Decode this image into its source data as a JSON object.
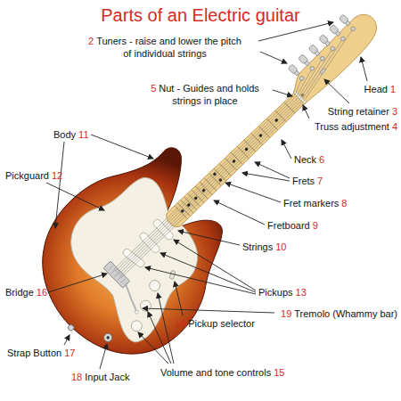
{
  "diagram": {
    "title": "Parts of an Electric guitar",
    "labels": [
      "2",
      "Tuners - raise and lower the pitch of individual strings",
      "Head",
      "1",
      "String retainer",
      "3",
      "5",
      "Nut - Guides and holds strings in place",
      "Truss adjustment",
      "4",
      "Body",
      "11",
      "Neck",
      "6",
      "Pickguard",
      "12",
      "Frets",
      "7",
      "Fret markers",
      "8",
      "Fretboard",
      "9",
      "Strings",
      "10",
      "Pickups",
      "13",
      "14",
      "Pickup selector",
      "Bridge",
      "16",
      "19",
      "Tremolo (Whammy bar)",
      "Strap Button",
      "17",
      "18",
      "Input Jack",
      "Volume and tone controls",
      "15"
    ]
  }
}
